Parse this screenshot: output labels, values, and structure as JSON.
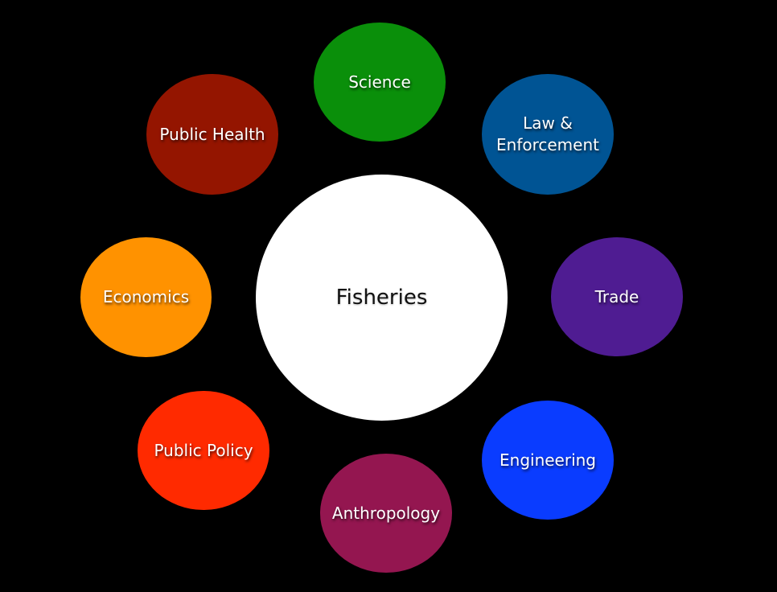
{
  "center": {
    "label": "Fisheries",
    "color": "#ffffff"
  },
  "nodes": [
    {
      "id": "science",
      "label": "Science",
      "color": "#0a8f0a"
    },
    {
      "id": "law",
      "label": "Law & Enforcement",
      "color": "#005494"
    },
    {
      "id": "trade",
      "label": "Trade",
      "color": "#4f1c92"
    },
    {
      "id": "engineering",
      "label": "Engineering",
      "color": "#0a3cff"
    },
    {
      "id": "anthropology",
      "label": "Anthropology",
      "color": "#941650"
    },
    {
      "id": "public_policy",
      "label": "Public Policy",
      "color": "#ff2a00"
    },
    {
      "id": "economics",
      "label": "Economics",
      "color": "#ff9200"
    },
    {
      "id": "public_health",
      "label": "Public Health",
      "color": "#941500"
    }
  ]
}
